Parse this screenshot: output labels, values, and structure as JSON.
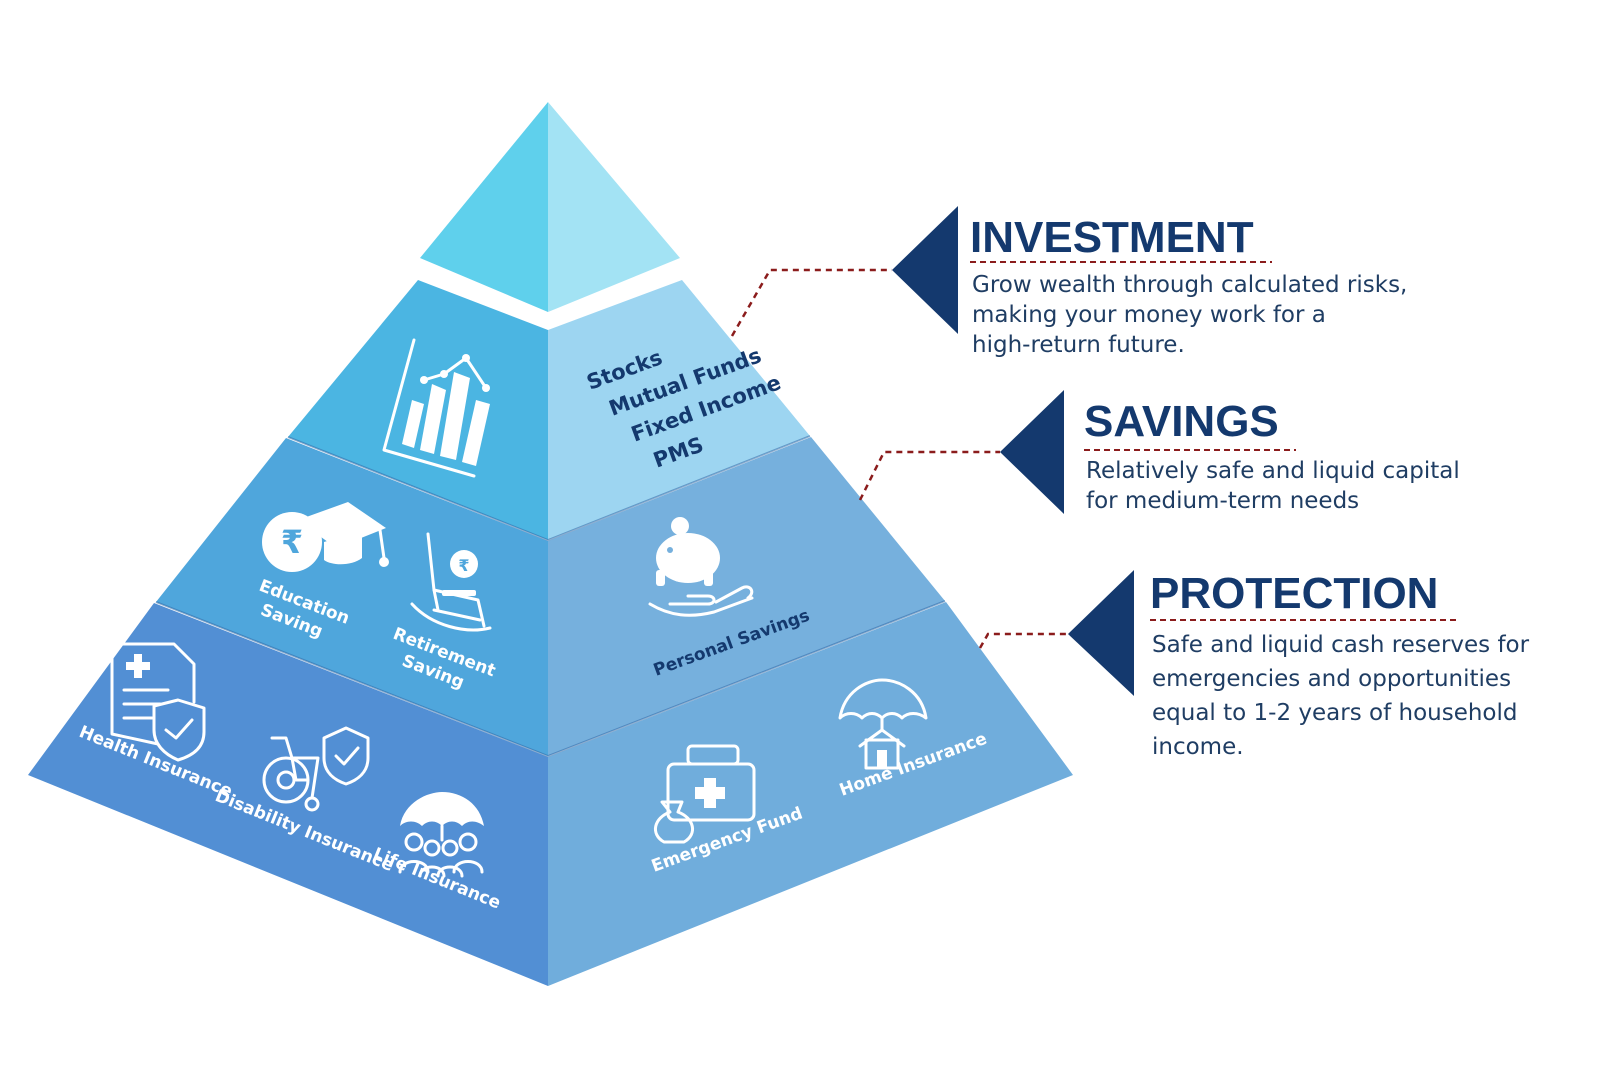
{
  "colors": {
    "navy": "#14396e",
    "top_left": "#5fd0ec",
    "top_right": "#a3e3f4",
    "mid1_left": "#4bb5e2",
    "mid1_right": "#9dd5f1",
    "mid2_left": "#4fa6dc",
    "mid2_right": "#76b0dd",
    "base_left": "#528fd4",
    "base_right": "#70addc",
    "connector": "#8b1c1c"
  },
  "investment_tier": {
    "items": [
      "Stocks",
      "Mutual Funds",
      "Fixed Income",
      "PMS"
    ],
    "icon": "bar-chart-growth-icon"
  },
  "savings_tier": {
    "education_label": [
      "Education",
      "Saving"
    ],
    "retirement_label": [
      "Retirement",
      "Saving"
    ],
    "personal_label": "Personal Savings",
    "icons": [
      "graduation-cap-rupee-icon",
      "rocking-chair-rupee-icon",
      "piggy-bank-hand-icon"
    ]
  },
  "protection_tier": {
    "health_label": "Health Insurance",
    "disability_label": "Disability Insurance",
    "life_label": "Life Insurance",
    "emergency_label": "Emergency Fund",
    "home_label": "Home Insurance",
    "icons": [
      "health-document-shield-icon",
      "wheelchair-shield-icon",
      "family-umbrella-icon",
      "first-aid-kit-icon",
      "house-umbrella-icon"
    ]
  },
  "legend": [
    {
      "title": "INVESTMENT",
      "lines": [
        "Grow wealth through calculated risks,",
        "making your money work for a",
        "high-return future."
      ]
    },
    {
      "title": "SAVINGS",
      "lines": [
        "Relatively safe and liquid capital",
        "for medium-term needs"
      ]
    },
    {
      "title": "PROTECTION",
      "lines": [
        "Safe and liquid cash reserves for",
        "emergencies and opportunities",
        "equal to 1-2 years of household",
        "income."
      ]
    }
  ]
}
